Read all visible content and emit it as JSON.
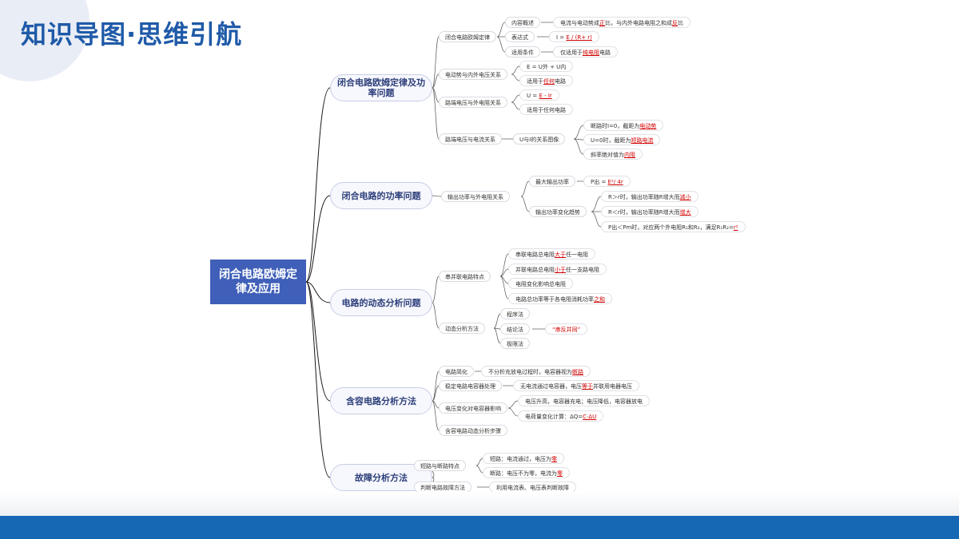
{
  "title": "知识导图·思维引航",
  "root": "闭合电路欧姆定律及应用",
  "branches": {
    "b1": "闭合电路欧姆定律及功率问题",
    "b2": "闭合电路的功率问题",
    "b3": "电路的动态分析问题",
    "b4": "含容电路分析方法",
    "b5": "故障分析方法"
  },
  "b1": {
    "n1": "闭合电路欧姆定律",
    "n1_c1": "内容概述",
    "n1_c1_v": {
      "pre": "电流与电动势成",
      "h1": "正",
      "mid": "比，与内外电路电阻之和成",
      "h2": "反",
      "post": "比"
    },
    "n1_c2": "表达式",
    "n1_c2_v": {
      "pre": "I = ",
      "hl": "E / (R+ r)"
    },
    "n1_c3": "适用条件",
    "n1_c3_v": {
      "pre": "仅适用于",
      "hl": "纯电阻",
      "post": "电路"
    },
    "n2": "电动势与内外电压关系",
    "n2_c1": "E = U外 + U内",
    "n2_c2": {
      "pre": "适用于",
      "hl": "任何",
      "post": "电路"
    },
    "n3": "路端电压与外电阻关系",
    "n3_c1": {
      "pre": "U = ",
      "hl": "E - Ir"
    },
    "n3_c2": "适用于任何电路",
    "n4": "路端电压与电流关系",
    "n4_c1": "U与I的关系图像",
    "n4_c1_a": {
      "pre": "断路时I=0，截距为",
      "hl": "电动势"
    },
    "n4_c1_b": {
      "pre": "U=0时，截距为",
      "hl": "短路电流"
    },
    "n4_c1_c": {
      "pre": "斜率绝对值为",
      "hl": "内阻"
    }
  },
  "b2": {
    "n1": "输出功率与外电阻关系",
    "n1_c1": "最大输出功率",
    "n1_c1_v": {
      "pre": "P出 = ",
      "hl": "E²/ 4r"
    },
    "n1_c2": "输出功率变化趋势",
    "n1_c2_a": {
      "pre": "R＞r时，输出功率随R增大而",
      "hl": "减小"
    },
    "n1_c2_b": {
      "pre": "R＜r时，输出功率随R增大而",
      "hl": "增大"
    },
    "n1_c2_c": {
      "pre": "P出＜Pm时，对应两个外电阻R₁和R₂，满足R₁R₂=",
      "hl": "r²"
    }
  },
  "b3": {
    "n1": "串并联电路特点",
    "n1_a": {
      "pre": "串联电路总电阻",
      "hl": "大于",
      "post": "任一电阻"
    },
    "n1_b": {
      "pre": "并联电路总电阻",
      "hl": "小于",
      "post": "任一支路电阻"
    },
    "n1_c": "电阻变化影响总电阻",
    "n1_d": {
      "pre": "电路总功率等于各电阻消耗功率",
      "hl": "之和"
    },
    "n2": "动态分析方法",
    "n2_a": "程序法",
    "n2_b": "结论法",
    "n2_b_v": "“串反并同”",
    "n2_c": "极限法"
  },
  "b4": {
    "n1": "电路简化",
    "n1_v": {
      "pre": "不分析充放电过程时，电容器视为",
      "hl": "断路"
    },
    "n2": "稳定电路电容器处理",
    "n2_v": {
      "pre": "无电流通过电容器，电压",
      "hl": "等于",
      "post": "并联用电器电压"
    },
    "n3": "电压变化对电容器影响",
    "n3_a": "电压升高，电容器充电；电压降低，电容器放电",
    "n3_b": {
      "pre": "电荷量变化计算：ΔQ=",
      "hl": "C·ΔU"
    },
    "n4": "含容电路动态分析步骤"
  },
  "b5": {
    "n1": "短路与断路特点",
    "n1_a": {
      "pre": "短路：电流通过，电压为",
      "hl": "零"
    },
    "n1_b": {
      "pre": "断路：电压不为零，电流为",
      "hl": "零"
    },
    "n2": "判断电路故障方法",
    "n2_v": "利用电流表、电压表判断故障"
  }
}
